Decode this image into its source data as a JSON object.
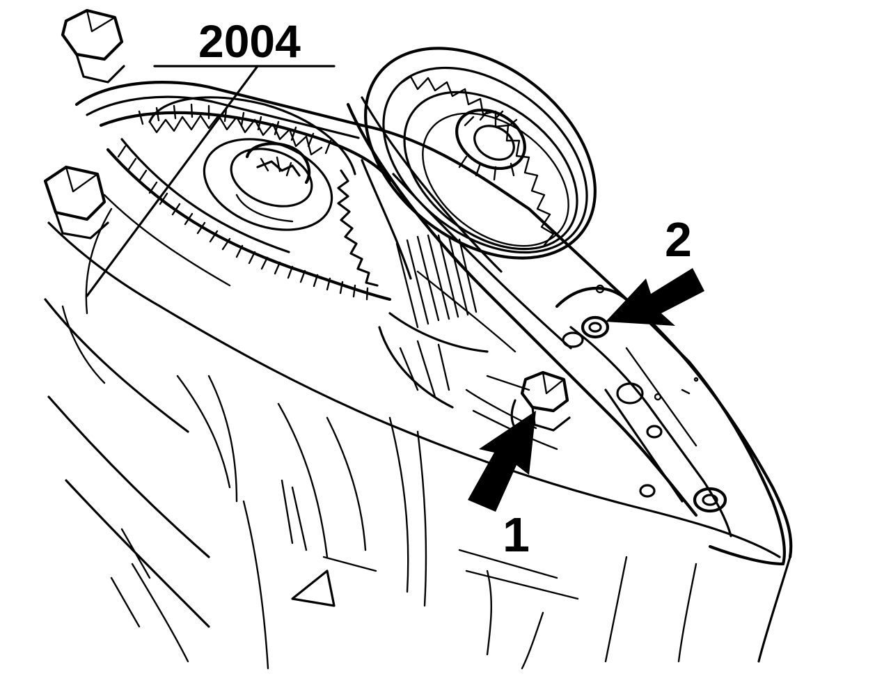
{
  "figure": {
    "part_label": "2004",
    "arrow_1_label": "1",
    "arrow_2_label": "2"
  },
  "colors": {
    "ink": "#000000",
    "paper": "#ffffff"
  }
}
